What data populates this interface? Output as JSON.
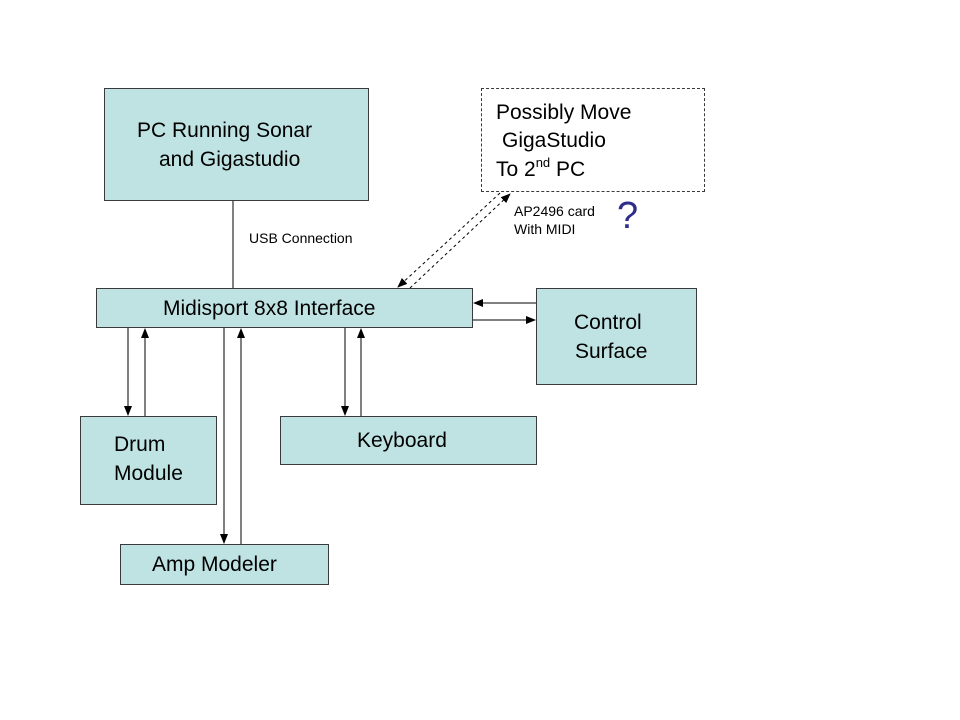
{
  "nodes": {
    "pc": {
      "line1": "PC Running Sonar",
      "line2": "and Gigastudio"
    },
    "giga": {
      "line1": "Possibly Move",
      "line2": "GigaStudio",
      "line3_prefix": "To 2",
      "line3_sup": "nd",
      "line3_suffix": " PC"
    },
    "midisport": {
      "label": "Midisport 8x8 Interface"
    },
    "control": {
      "line1": "Control",
      "line2": "Surface"
    },
    "drum": {
      "line1": "Drum",
      "line2": "Module"
    },
    "keyboard": {
      "label": "Keyboard"
    },
    "amp": {
      "label": "Amp Modeler"
    }
  },
  "annotations": {
    "usb": "USB Connection",
    "card_line1": "AP2496 card",
    "card_line2": "With MIDI",
    "question": "?"
  },
  "colors": {
    "box_fill": "#bfe3e3",
    "box_border": "#3a3a3a",
    "question_mark": "#2e2e8a"
  }
}
